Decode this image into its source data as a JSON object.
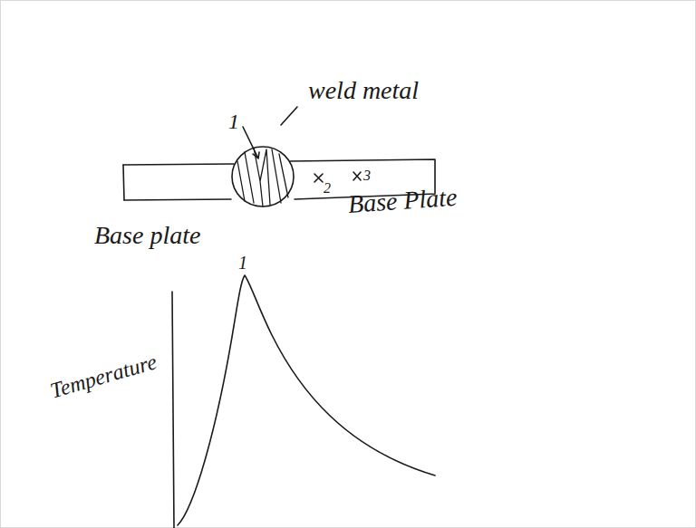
{
  "diagram": {
    "labels": [
      "1",
      "weld metal",
      "2",
      "3",
      "Base plate",
      "Base Plate",
      "1",
      "Temperature"
    ]
  }
}
